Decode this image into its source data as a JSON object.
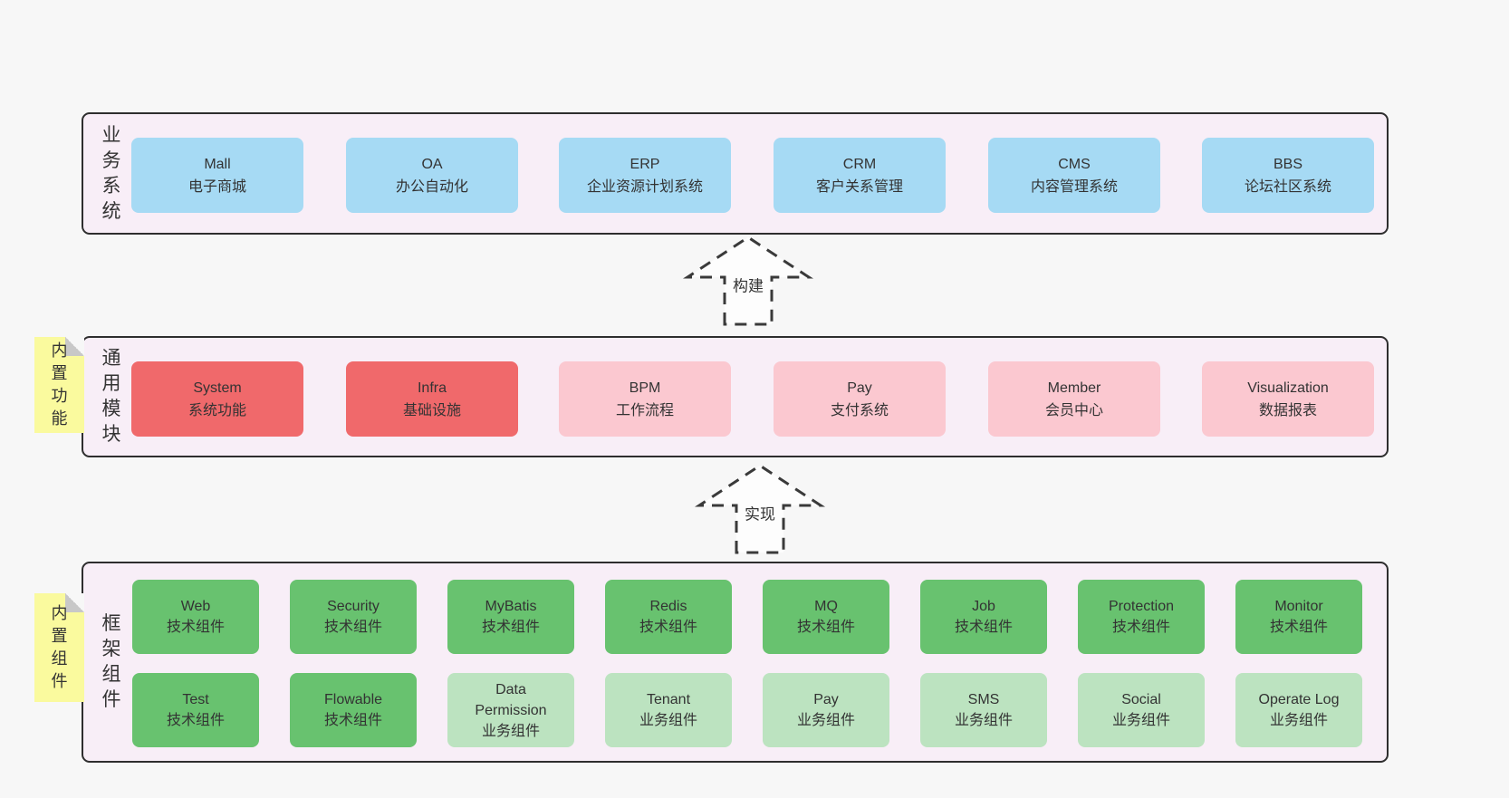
{
  "colors": {
    "page_bg": "#f7f7f7",
    "band_fill": "#f8eef7",
    "band_border": "#2e2e2e",
    "box_blue": "#a6daf4",
    "box_red": "#f0696b",
    "box_pink": "#fbc8d0",
    "box_green_dark": "#68c26f",
    "box_green_light": "#bce3c0",
    "note_yellow": "#fafa9e",
    "note_fold_gray": "#c8c8c8",
    "text": "#333333"
  },
  "bands": {
    "business": {
      "label": "业务系统",
      "boxes": [
        {
          "name": "Mall",
          "desc": "电子商城"
        },
        {
          "name": "OA",
          "desc": "办公自动化"
        },
        {
          "name": "ERP",
          "desc": "企业资源计划系统"
        },
        {
          "name": "CRM",
          "desc": "客户关系管理"
        },
        {
          "name": "CMS",
          "desc": "内容管理系统"
        },
        {
          "name": "BBS",
          "desc": "论坛社区系统"
        }
      ]
    },
    "modules": {
      "label": "通用模块",
      "note": "内置功能",
      "boxes": [
        {
          "name": "System",
          "desc": "系统功能"
        },
        {
          "name": "Infra",
          "desc": "基础设施"
        },
        {
          "name": "BPM",
          "desc": "工作流程"
        },
        {
          "name": "Pay",
          "desc": "支付系统"
        },
        {
          "name": "Member",
          "desc": "会员中心"
        },
        {
          "name": "Visualization",
          "desc": "数据报表"
        }
      ]
    },
    "components": {
      "label": "框架组件",
      "note": "内置组件",
      "row1": [
        {
          "name": "Web",
          "desc": "技术组件"
        },
        {
          "name": "Security",
          "desc": "技术组件"
        },
        {
          "name": "MyBatis",
          "desc": "技术组件"
        },
        {
          "name": "Redis",
          "desc": "技术组件"
        },
        {
          "name": "MQ",
          "desc": "技术组件"
        },
        {
          "name": "Job",
          "desc": "技术组件"
        },
        {
          "name": "Protection",
          "desc": "技术组件"
        },
        {
          "name": "Monitor",
          "desc": "技术组件"
        }
      ],
      "row2": [
        {
          "name": "Test",
          "desc": "技术组件"
        },
        {
          "name": "Flowable",
          "desc": "技术组件"
        },
        {
          "name": "Data Permission",
          "desc": "业务组件"
        },
        {
          "name": "Tenant",
          "desc": "业务组件"
        },
        {
          "name": "Pay",
          "desc": "业务组件"
        },
        {
          "name": "SMS",
          "desc": "业务组件"
        },
        {
          "name": "Social",
          "desc": "业务组件"
        },
        {
          "name": "Operate Log",
          "desc": "业务组件"
        }
      ]
    }
  },
  "arrows": [
    {
      "label": "构建"
    },
    {
      "label": "实现"
    }
  ]
}
